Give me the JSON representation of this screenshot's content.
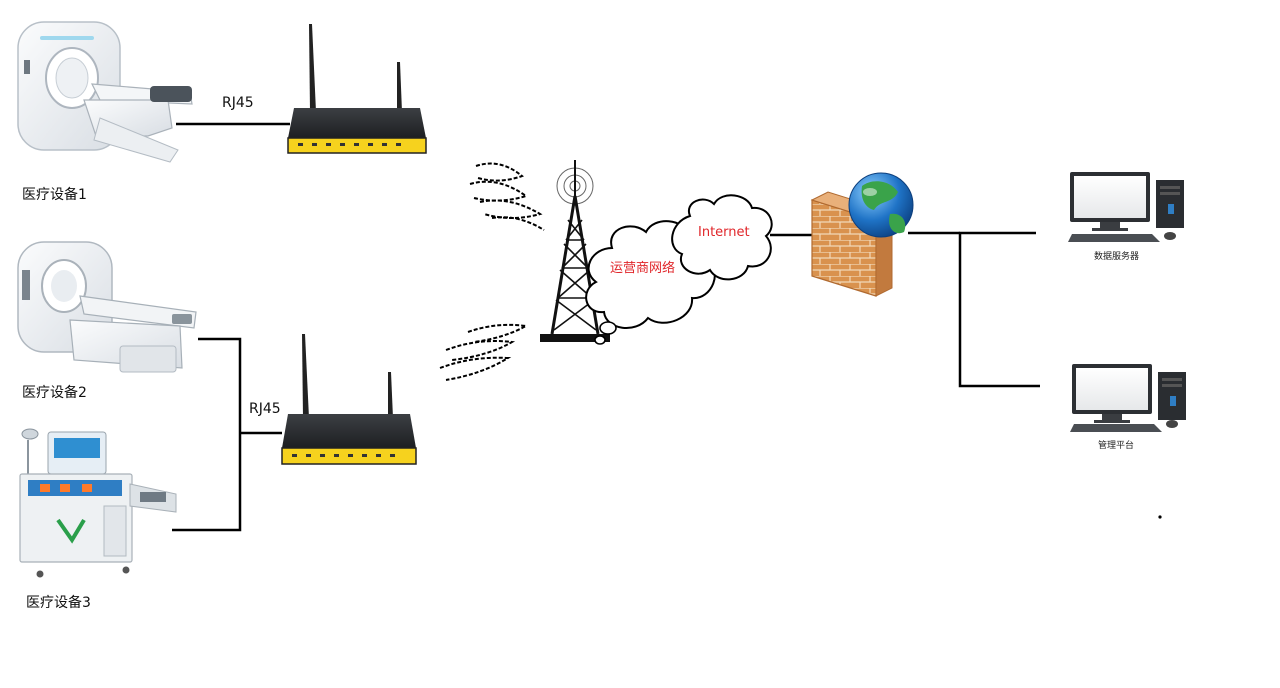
{
  "devices": [
    {
      "label": "医疗设备1"
    },
    {
      "label": "医疗设备2"
    },
    {
      "label": "医疗设备3"
    }
  ],
  "links": {
    "rj45_top": "RJ45",
    "rj45_bottom": "RJ45"
  },
  "network": {
    "carrier_label": "运营商网络",
    "internet_label": "Internet"
  },
  "servers": {
    "data_server_label": "数据服务器",
    "management_label": "管理平台"
  },
  "colors": {
    "cloud_text": "#e0262a",
    "line": "#000000",
    "router_body": "#2b2d30",
    "router_strip": "#f5d020",
    "firewall_brick": "#d68a4a"
  }
}
